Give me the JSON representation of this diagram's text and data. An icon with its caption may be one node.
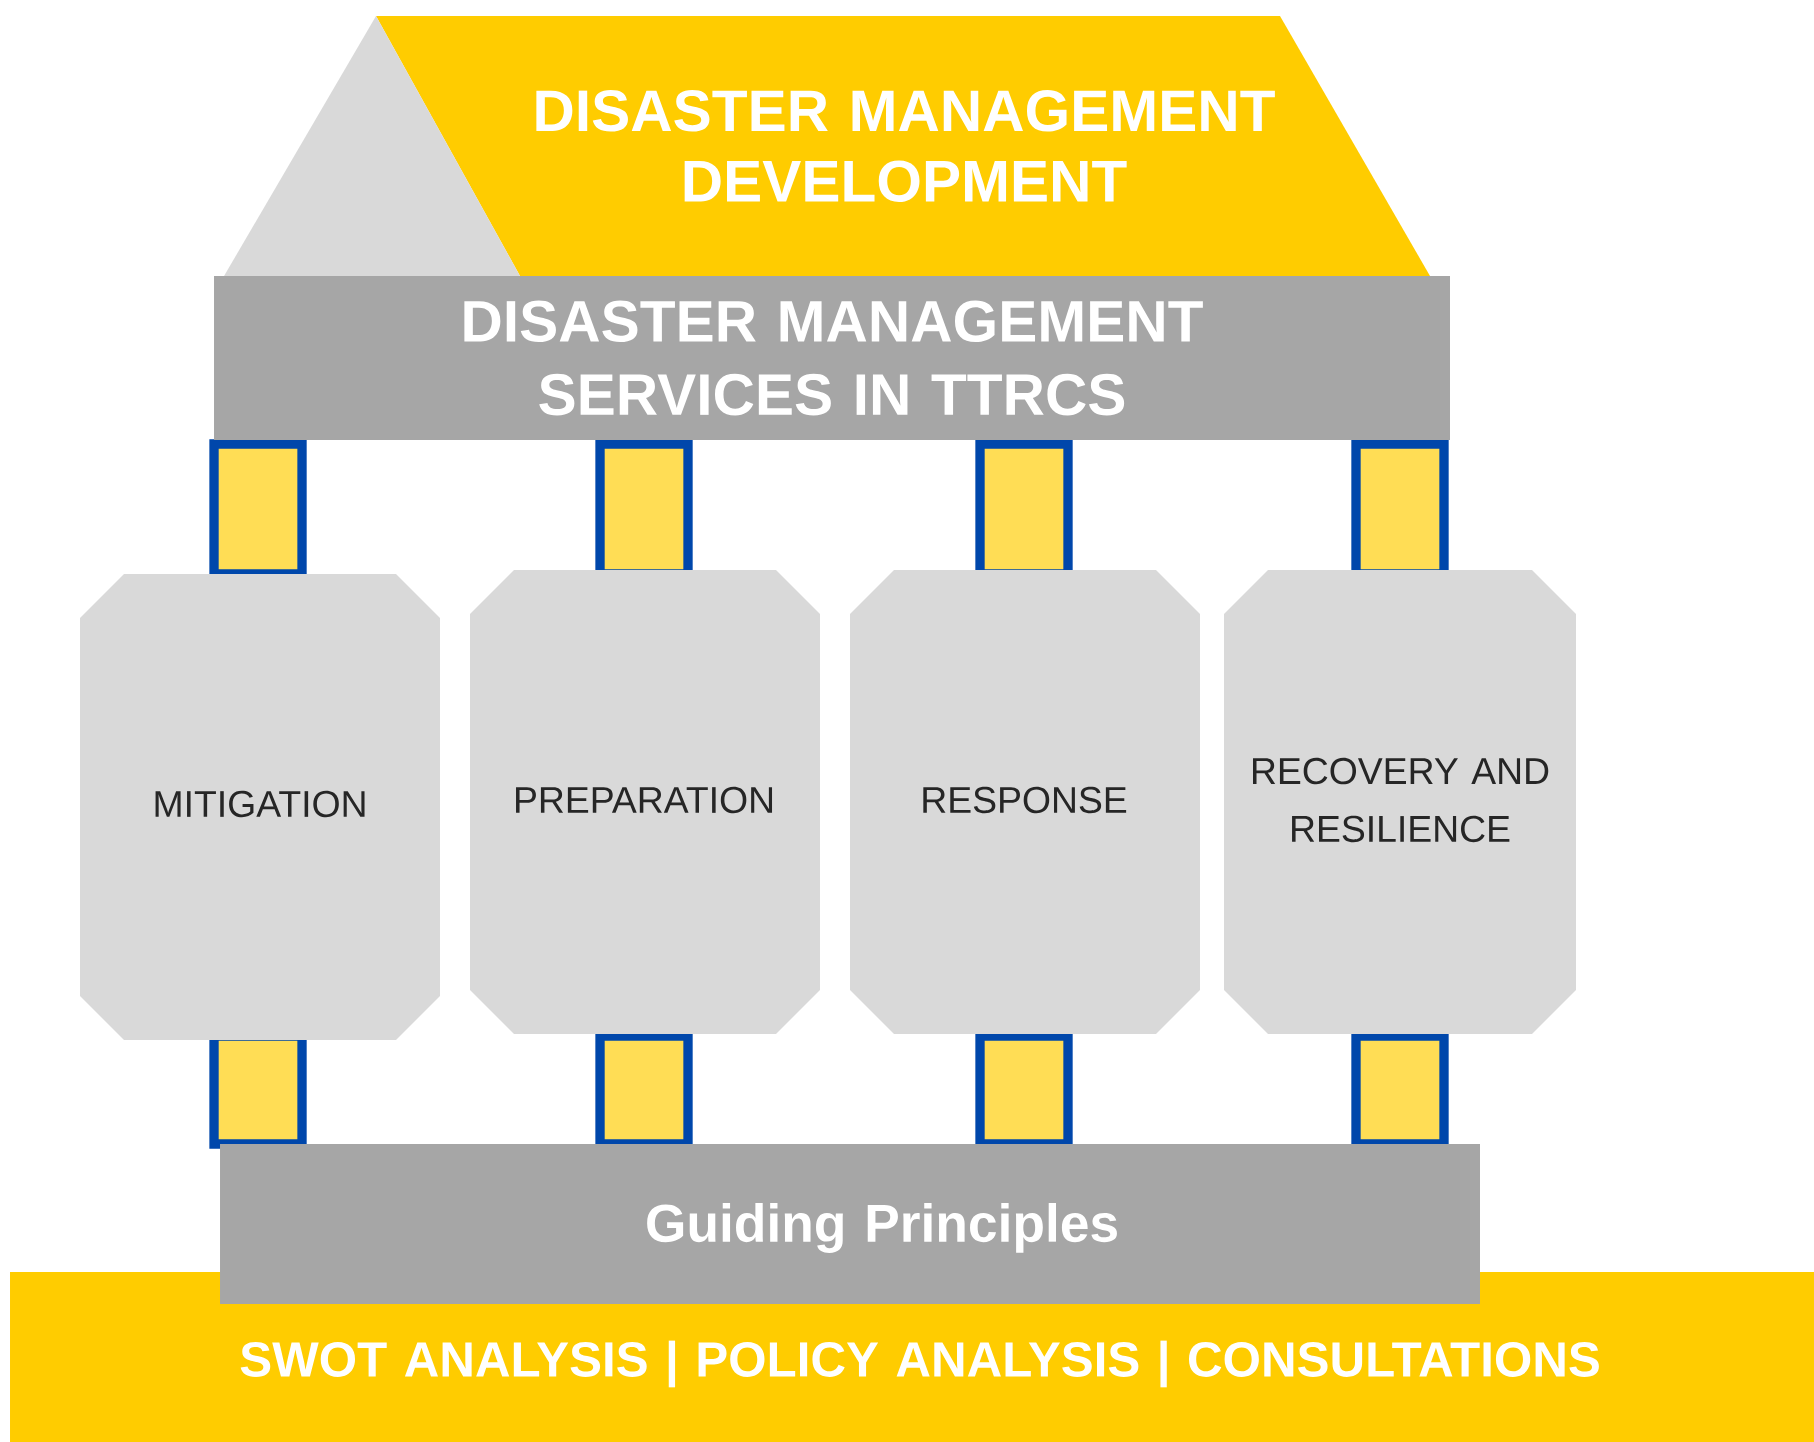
{
  "diagram": {
    "nodes": [
      {
        "text": [
          "DISASTER MANAGEMENT DEVELOPMENT"
        ]
      },
      {
        "text": [
          "DISASTER MANAGEMENT SERVICES IN TTRCS"
        ]
      },
      {
        "text": [
          "MITIGATION"
        ]
      },
      {
        "text": [
          "PREPARATION"
        ]
      },
      {
        "text": [
          "RESPONSE"
        ]
      },
      {
        "text": [
          "RECOVERY AND RESILIENCE"
        ]
      },
      {
        "text": [
          "SWOT ANALYSIS | POLICY ANALYSIS | CONSULTATIONS"
        ]
      },
      {
        "text": [
          "Guiding Principles"
        ]
      }
    ]
  }
}
